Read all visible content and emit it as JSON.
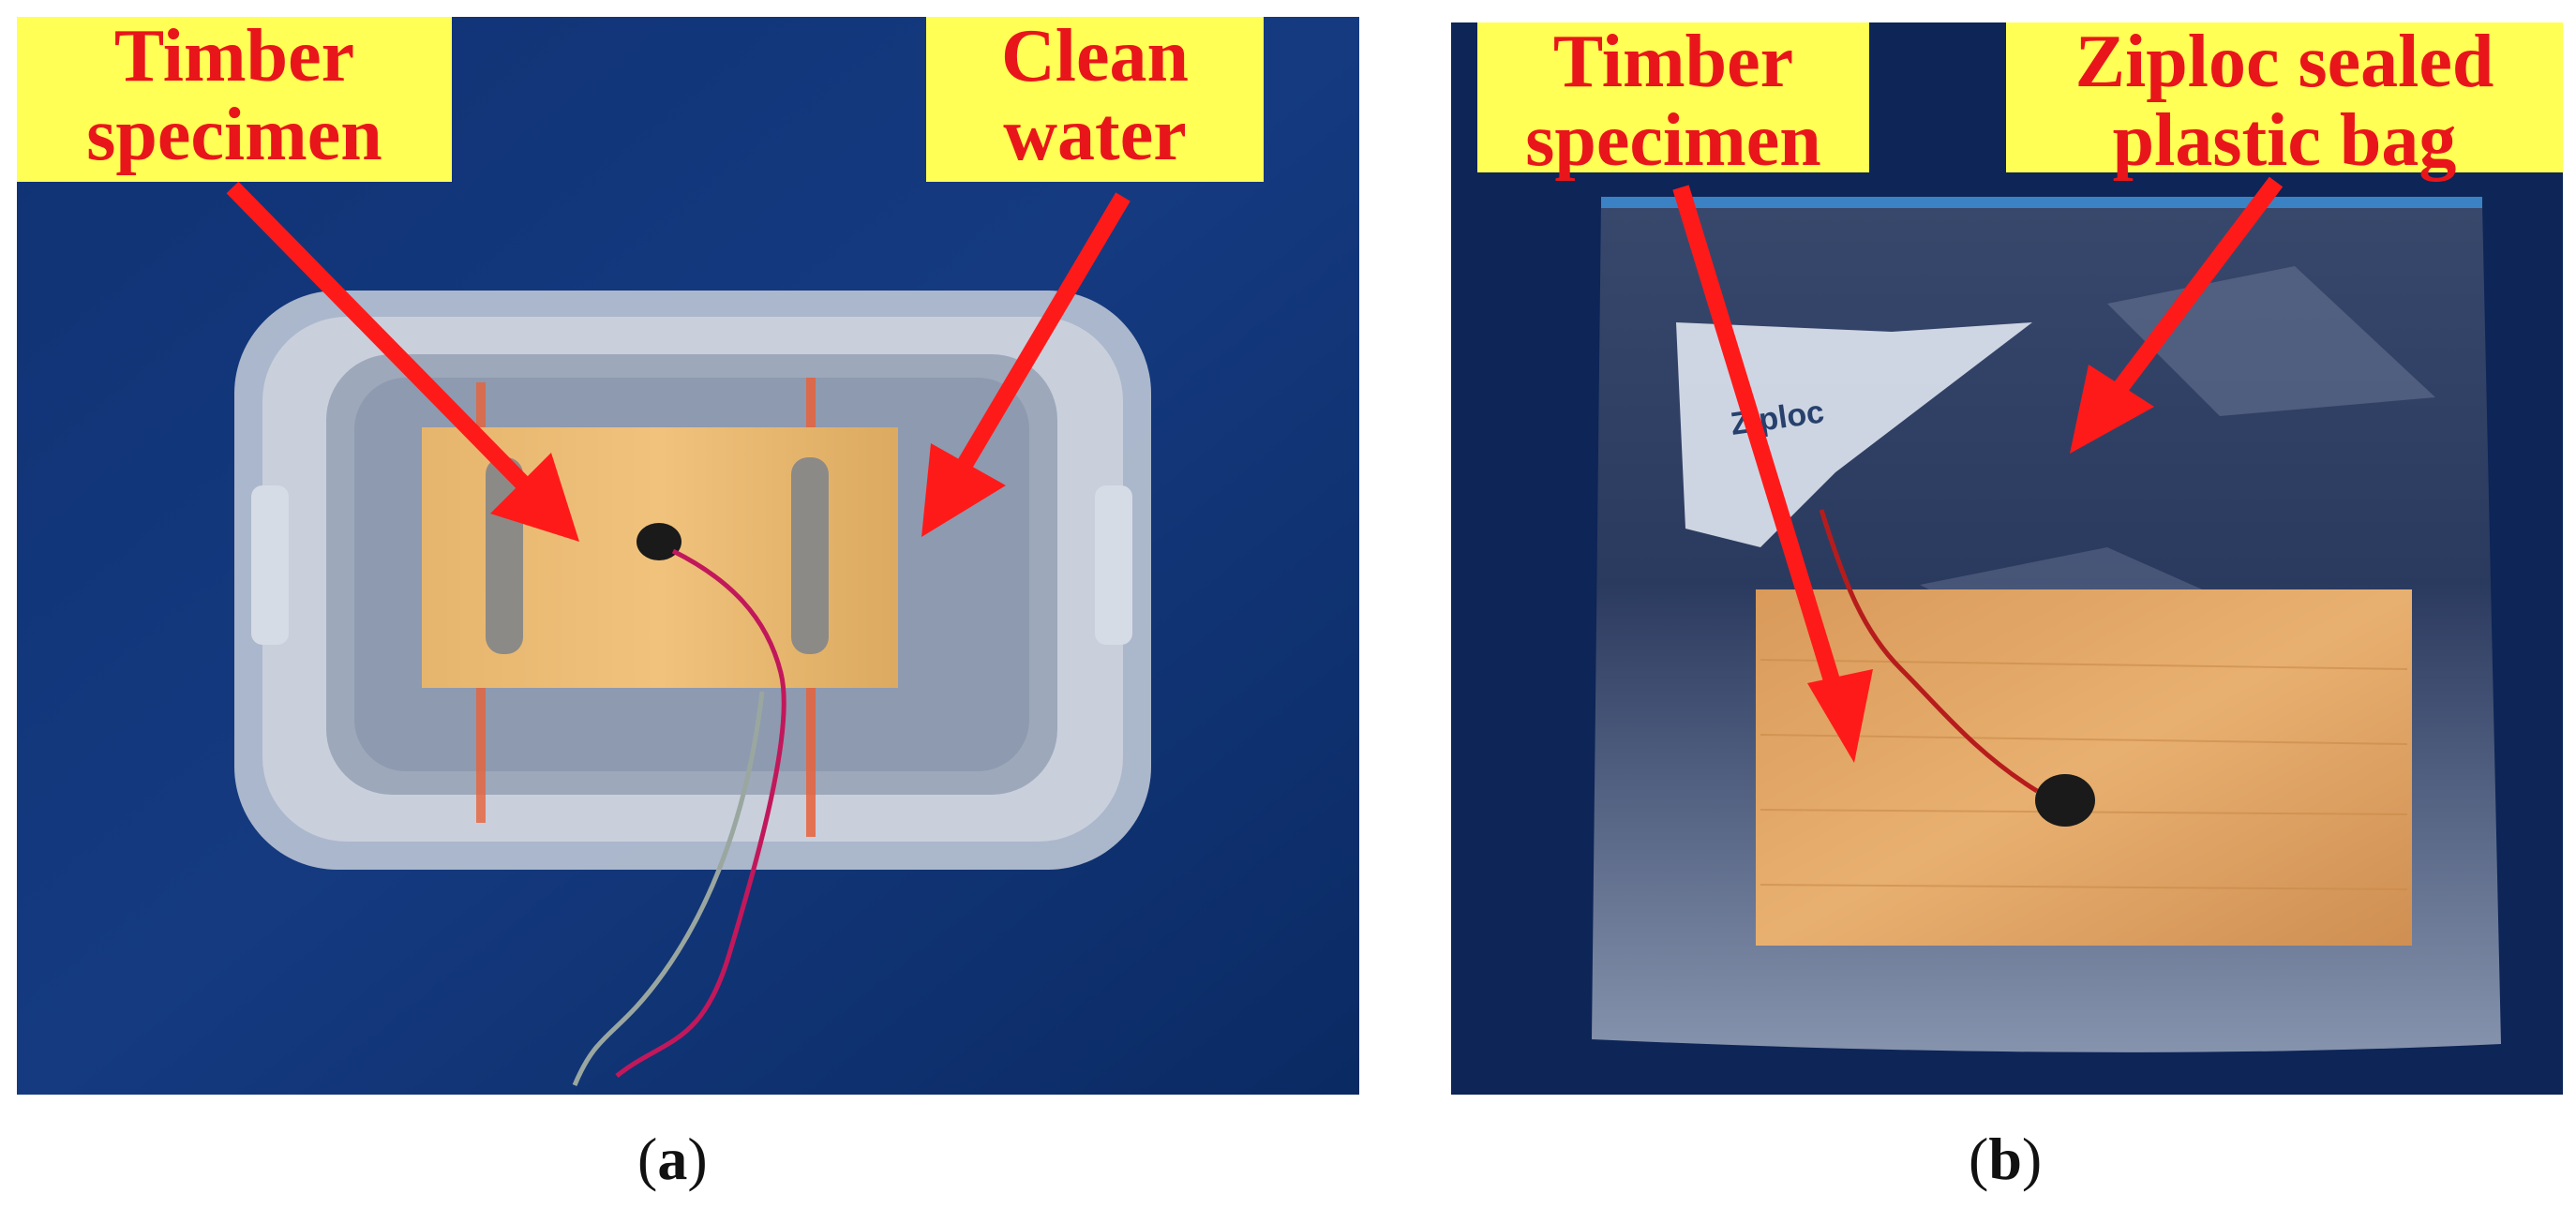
{
  "panel_a": {
    "labels": {
      "timber_specimen": [
        "Timber",
        "specimen"
      ],
      "clean_water": [
        "Clean",
        "water"
      ]
    },
    "caption": {
      "open": "(",
      "letter": "a",
      "close": ")"
    }
  },
  "panel_b": {
    "labels": {
      "timber_specimen": [
        "Timber",
        "specimen"
      ],
      "ziploc_bag": [
        "Ziploc sealed",
        "plastic bag"
      ]
    },
    "bag_brand": "Ziploc",
    "caption": {
      "open": "(",
      "letter": "b",
      "close": ")"
    }
  },
  "colors": {
    "label_bg": "#ffff55",
    "label_text": "#e8161b",
    "arrow": "#ff1a1a",
    "background_cloth": "#0d2d6a"
  }
}
